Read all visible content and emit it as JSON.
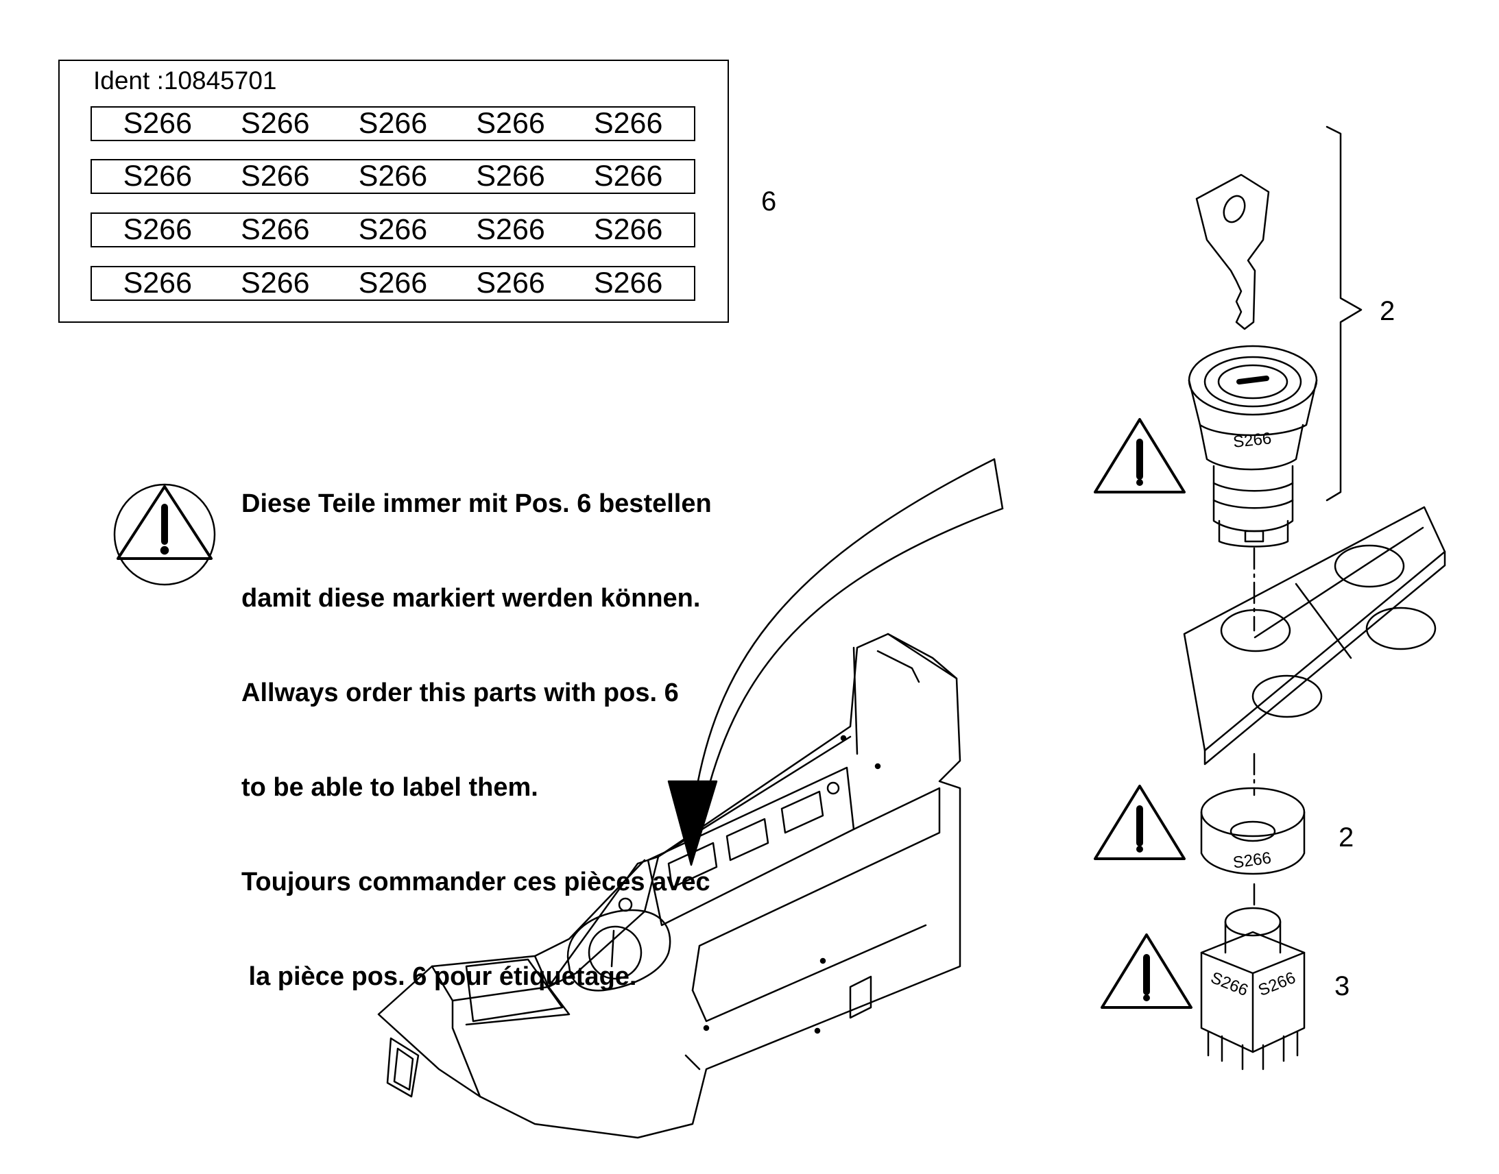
{
  "label_sheet": {
    "ident": "Ident :10845701",
    "rows": [
      [
        "S266",
        "S266",
        "S266",
        "S266",
        "S266"
      ],
      [
        "S266",
        "S266",
        "S266",
        "S266",
        "S266"
      ],
      [
        "S266",
        "S266",
        "S266",
        "S266",
        "S266"
      ],
      [
        "S266",
        "S266",
        "S266",
        "S266",
        "S266"
      ]
    ]
  },
  "callouts": {
    "label_sheet_pos": "6",
    "key_switch_pos": "2",
    "bezel_pos": "2",
    "switch_block_pos": "3"
  },
  "note": {
    "lines": [
      "Diese Teile immer mit Pos. 6 bestellen",
      "damit diese markiert werden können.",
      "Allways order this parts with pos. 6",
      "to be able to label them.",
      "Toujours commander ces pièces avec",
      " la pièce pos. 6 pour étiquetage."
    ]
  },
  "part_labels": {
    "lock_cylinder": "S266",
    "bezel": "S266",
    "block_left": "S266",
    "block_right": "S266"
  },
  "icons": [
    "warning-triangle-icon"
  ]
}
